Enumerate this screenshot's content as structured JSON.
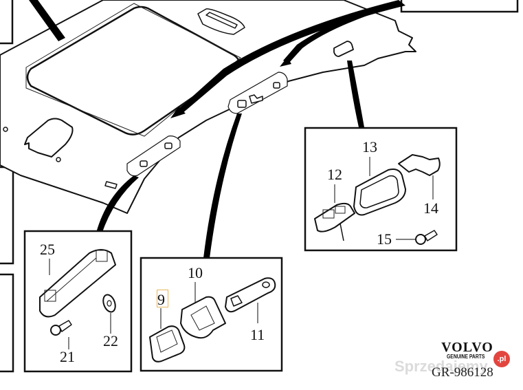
{
  "diagram": {
    "type": "exploded-parts-diagram",
    "subject": "Headliner / roof lining with sunroof opening",
    "callout_boxes": [
      {
        "id": "box-top-left-partial",
        "labels": []
      },
      {
        "id": "box-top-right-partial",
        "labels": []
      },
      {
        "id": "box-left-mid-partial",
        "labels": []
      },
      {
        "id": "box-left-bottom-partial",
        "labels": []
      },
      {
        "id": "box-interior-light",
        "labels": [
          "12",
          "13",
          "14",
          "15"
        ]
      },
      {
        "id": "box-grab-handle-bracket",
        "labels": [
          "9",
          "10",
          "11"
        ]
      },
      {
        "id": "box-reading-lamp",
        "labels": [
          "25",
          "21",
          "22"
        ]
      }
    ],
    "part_labels": {
      "p9": "9",
      "p10": "10",
      "p11": "11",
      "p12": "12",
      "p13": "13",
      "p14": "14",
      "p15": "15",
      "p21": "21",
      "p22": "22",
      "p25": "25"
    }
  },
  "branding": {
    "brand": "VOLVO",
    "tagline": "GENUINE PARTS",
    "reference": "GR-986128"
  },
  "watermark": {
    "text": "Sprzedajemy",
    "badge": ".pl",
    "badge_color": "#e2463f"
  },
  "highlight": {
    "target": "9",
    "color": "#e8b55a"
  }
}
